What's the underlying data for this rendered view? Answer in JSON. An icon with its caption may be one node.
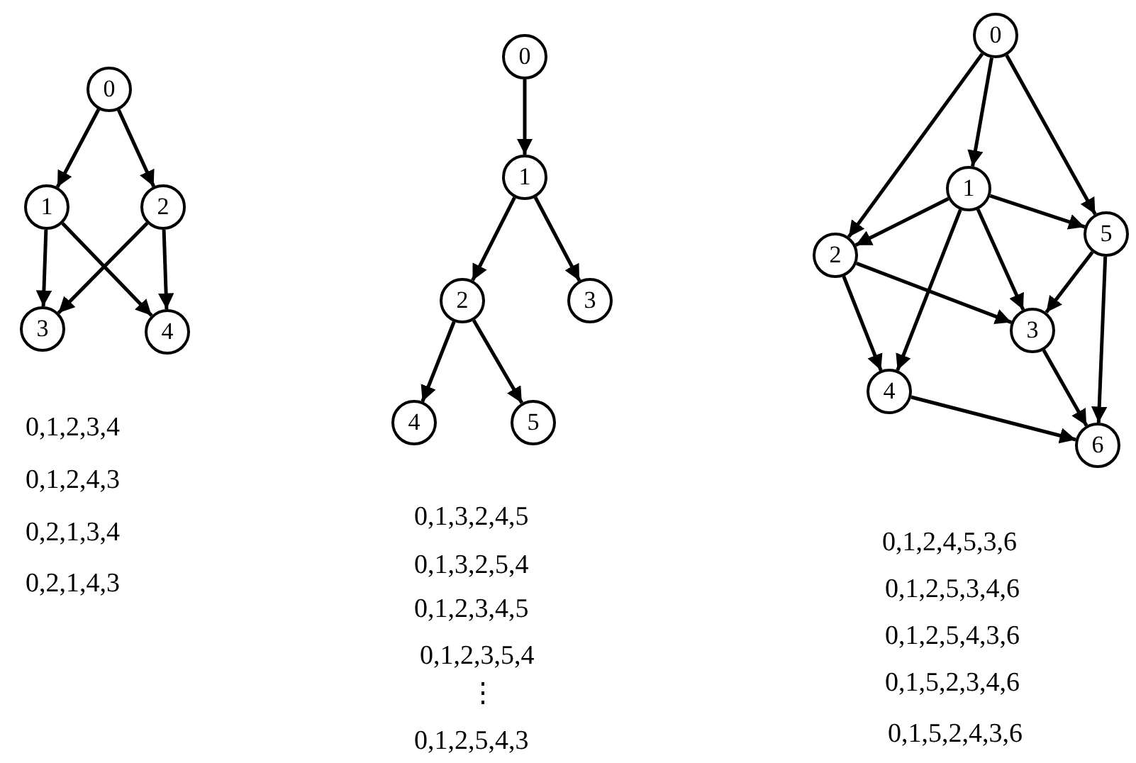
{
  "diagram": {
    "nodes": [
      {
        "text": [
          "0"
        ]
      },
      {
        "text": [
          "1"
        ]
      },
      {
        "text": [
          "2"
        ]
      },
      {
        "text": [
          "3"
        ]
      },
      {
        "text": [
          "4"
        ]
      },
      {
        "text": [
          "0"
        ]
      },
      {
        "text": [
          "1"
        ]
      },
      {
        "text": [
          "2"
        ]
      },
      {
        "text": [
          "3"
        ]
      },
      {
        "text": [
          "4"
        ]
      },
      {
        "text": [
          "5"
        ]
      },
      {
        "text": [
          "0"
        ]
      },
      {
        "text": [
          "1"
        ]
      },
      {
        "text": [
          "2"
        ]
      },
      {
        "text": [
          "5"
        ]
      },
      {
        "text": [
          "3"
        ]
      },
      {
        "text": [
          "4"
        ]
      },
      {
        "text": [
          "6"
        ]
      }
    ],
    "edges": [
      {
        "from": 0,
        "to": 1,
        "arrow": "to"
      },
      {
        "from": 0,
        "to": 2,
        "arrow": "to"
      },
      {
        "from": 1,
        "to": 3,
        "arrow": "to"
      },
      {
        "from": 1,
        "to": 4,
        "arrow": "to"
      },
      {
        "from": 2,
        "to": 3,
        "arrow": "to"
      },
      {
        "from": 2,
        "to": 4,
        "arrow": "to"
      },
      {
        "from": 5,
        "to": 6,
        "arrow": "to"
      },
      {
        "from": 6,
        "to": 7,
        "arrow": "to"
      },
      {
        "from": 6,
        "to": 8,
        "arrow": "to"
      },
      {
        "from": 7,
        "to": 9,
        "arrow": "to"
      },
      {
        "from": 7,
        "to": 10,
        "arrow": "to"
      },
      {
        "from": 11,
        "to": 12,
        "arrow": "to"
      },
      {
        "from": 11,
        "to": 13,
        "arrow": "to"
      },
      {
        "from": 11,
        "to": 14,
        "arrow": "to"
      },
      {
        "from": 12,
        "to": 13,
        "arrow": "to"
      },
      {
        "from": 12,
        "to": 14,
        "arrow": "to"
      },
      {
        "from": 12,
        "to": 15,
        "arrow": "to"
      },
      {
        "from": 12,
        "to": 16,
        "arrow": "to"
      },
      {
        "from": 13,
        "to": 15,
        "arrow": "to"
      },
      {
        "from": 13,
        "to": 16,
        "arrow": "to"
      },
      {
        "from": 14,
        "to": 15,
        "arrow": "to"
      },
      {
        "from": 14,
        "to": 17,
        "arrow": "to"
      },
      {
        "from": 15,
        "to": 17,
        "arrow": "to"
      },
      {
        "from": 16,
        "to": 17,
        "arrow": "to"
      }
    ],
    "labels": [
      "0,1,2,3,4",
      "0,1,2,4,3",
      "0,2,1,3,4",
      "0,2,1,4,3",
      "0,1,3,2,4,5",
      "0,1,3,2,5,4",
      "0,1,2,3,4,5",
      "0,1,2,3,5,4",
      "⋮",
      "0,1,2,5,4,3",
      "0,1,2,4,5,3,6",
      "0,1,2,5,3,4,6",
      "0,1,2,5,4,3,6",
      "0,1,5,2,3,4,6",
      "0,1,5,2,4,3,6"
    ]
  }
}
